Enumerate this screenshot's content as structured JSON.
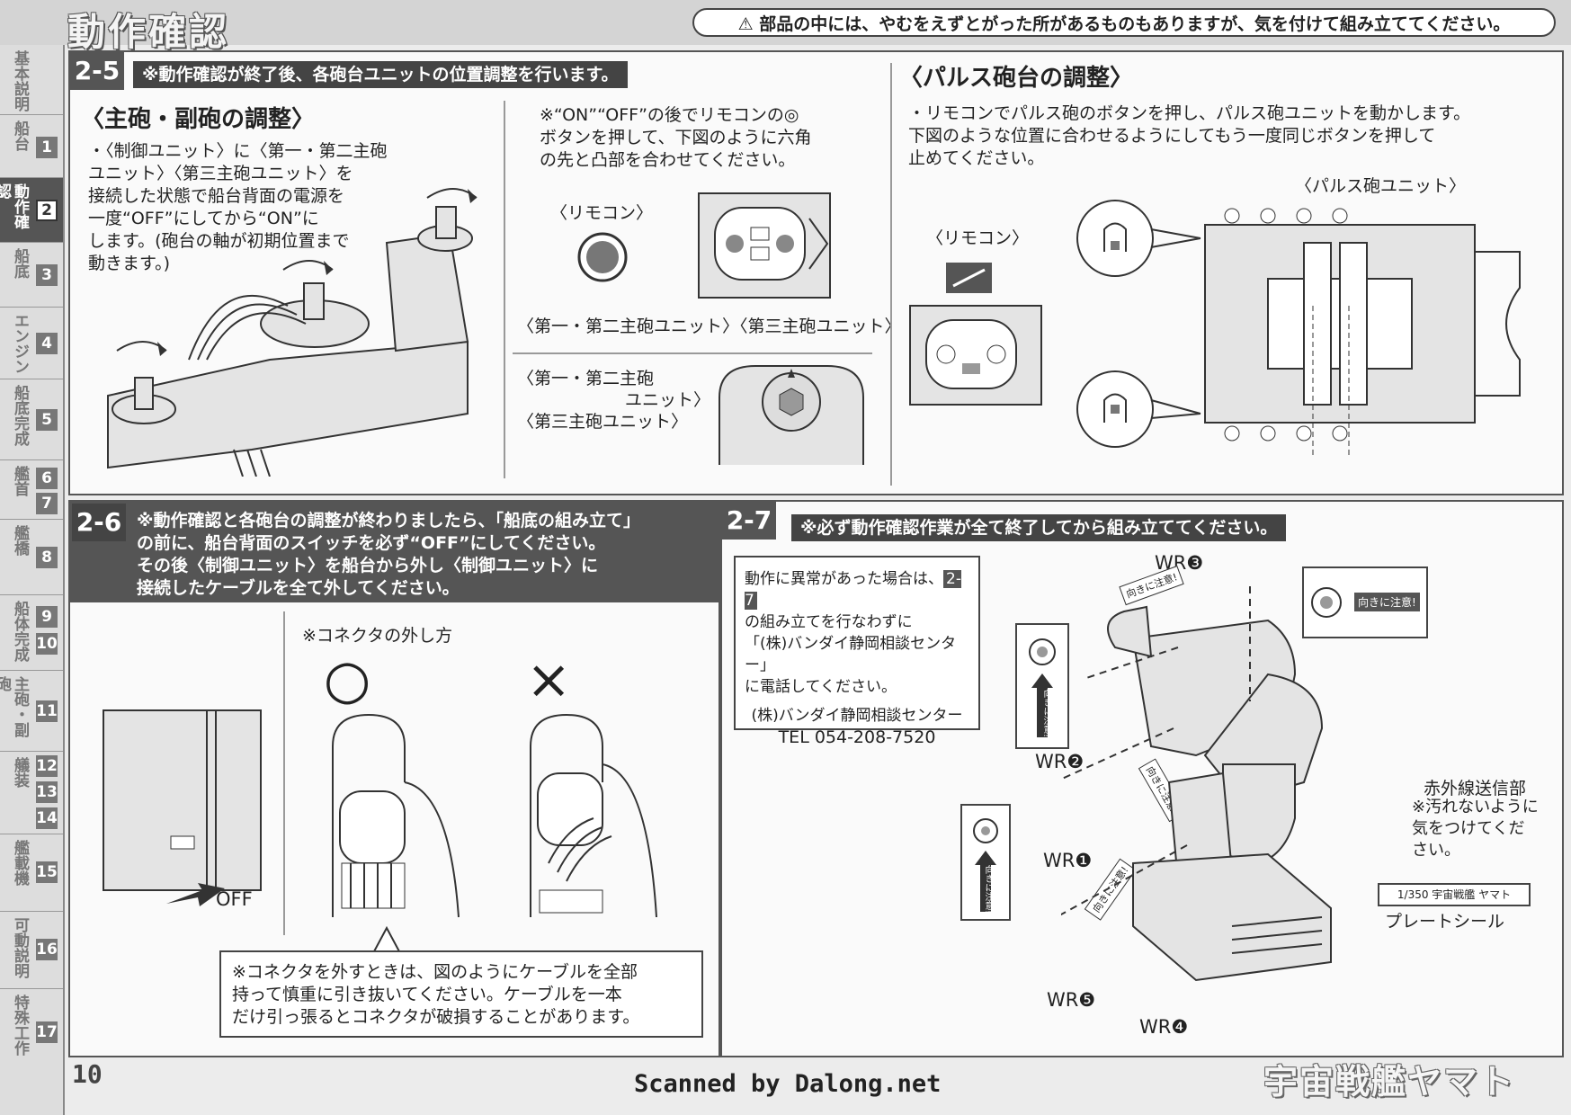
{
  "header": {
    "title": "動作確認",
    "warning": "⚠ 部品の中には、やむをえずとがった所があるものもありますが、気を付けて組み立ててください。"
  },
  "sidebar": {
    "tabs": [
      {
        "label": "基本説明",
        "num": ""
      },
      {
        "label": "船台",
        "num": "1"
      },
      {
        "label": "動作確認",
        "num": "2"
      },
      {
        "label": "船底",
        "num": "3"
      },
      {
        "label": "エンジン",
        "num": "4"
      },
      {
        "label": "船底完成",
        "num": "5"
      },
      {
        "label": "艦首",
        "num": "6",
        "num2": "7"
      },
      {
        "label": "艦橋",
        "num": "8"
      },
      {
        "label": "船体完成",
        "num": "9",
        "num2": "10"
      },
      {
        "label": "主砲・副砲",
        "num": "11"
      },
      {
        "label": "艤装",
        "num": "12",
        "num2": "13",
        "num3": "14"
      },
      {
        "label": "艦載機",
        "num": "15"
      },
      {
        "label": "可動説明",
        "num": "16"
      },
      {
        "label": "特殊工作",
        "num": "17"
      }
    ]
  },
  "s25": {
    "step": "2-5",
    "note": "※動作確認が終了後、各砲台ユニットの位置調整を行います。",
    "heading": "〈主砲・副砲の調整〉",
    "text": "・〈制御ユニット〉に〈第一・第二主砲\n ユニット〉〈第三主砲ユニット〉を\n 接続した状態で船台背面の電源を\n 一度“OFF”にしてから“ON”に\n します。(砲台の軸が初期位置まで\n 動きます。)",
    "remote_text": "※“ON”“OFF”の後でリモコンの◎\n ボタンを押して、下図のように六角\n の先と凸部を合わせてください。",
    "remote_label": "〈リモコン〉",
    "unit_labels": "〈第一・第二主砲ユニット〉〈第三主砲ユニット〉",
    "unit_label_a": "〈第一・第二主砲",
    "unit_label_b": "ユニット〉",
    "unit_label_c": "〈第三主砲ユニット〉",
    "pulse_heading": "〈パルス砲台の調整〉",
    "pulse_text": "・リモコンでパルス砲のボタンを押し、パルス砲ユニットを動かします。\n 下図のような位置に合わせるようにしてもう一度同じボタンを押して\n 止めてください。",
    "pulse_unit_label": "〈パルス砲ユニット〉",
    "pulse_remote_label": "〈リモコン〉"
  },
  "s26": {
    "step": "2-6",
    "text": "※動作確認と各砲台の調整が終わりましたら、「船底の組み立て」\n  の前に、船台背面のスイッチを必ず“OFF”にしてください。\n      その後〈制御ユニット〉を船台から外し〈制御ユニット〉に\n  接続したケーブルを全て外してください。",
    "connector_label": "※コネクタの外し方",
    "ok_mark": "○",
    "ng_mark": "×",
    "off_label": "OFF",
    "caution": "※コネクタを外すときは、図のようにケーブルを全部\n 持って慎重に引き抜いてください。ケーブルを一本\n だけ引っ張るとコネクタが破損することがあります。"
  },
  "s27": {
    "step": "2-7",
    "note": "※必ず動作確認作業が全て終了してから組み立ててください。",
    "box_line1": "動作に異常があった場合は、",
    "box_ref": "2-7",
    "box_rest": "の組み立てを行なわずに\n「(株)バンダイ静岡相談センター」\nに電話してください。",
    "center_name": "(株)バンダイ静岡相談センター",
    "tel": "TEL 054-208-7520",
    "labels": {
      "wr1": "WR❶",
      "wr2": "WR❷",
      "wr3": "WR❸",
      "wr4": "WR❹",
      "wr5": "WR❺",
      "ir_title": "赤外線送信部",
      "ir_note": "※汚れないように\n 気をつけてくだ\n さい。",
      "plate_title": "プレートシール",
      "plate_small": "1/350 宇宙戦艦 ヤマト",
      "caution_tag": "向きに注意!",
      "caution_tag2": "向きに注意!",
      "caution_tag3": "向きに注意!",
      "caution_tag4": "向きに注意!",
      "vert_tag": "向きに注意!",
      "vert_tag2": "向きに注意!"
    }
  },
  "footer": {
    "page": "10",
    "scan": "Scanned by Dalong.net",
    "logo": "宇宙戦艦ヤマト"
  }
}
